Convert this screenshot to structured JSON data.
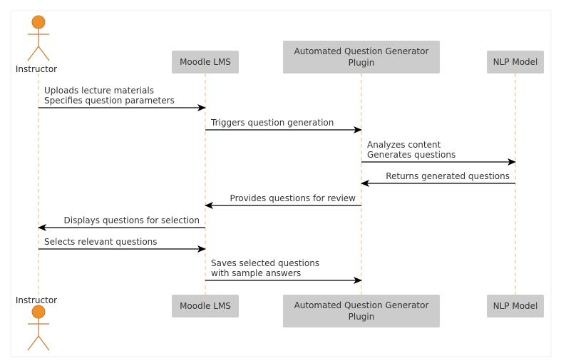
{
  "participants": [
    {
      "id": "instructor",
      "label": "Instructor",
      "kind": "actor"
    },
    {
      "id": "lms",
      "label": "Moodle LMS",
      "kind": "box"
    },
    {
      "id": "plugin",
      "label": "Automated Question Generator\nPlugin",
      "kind": "box"
    },
    {
      "id": "nlp",
      "label": "NLP Model",
      "kind": "box"
    }
  ],
  "messages": [
    {
      "from": "instructor",
      "to": "lms",
      "lines": [
        "Uploads lecture materials",
        "Specifies question parameters"
      ]
    },
    {
      "from": "lms",
      "to": "plugin",
      "lines": [
        "Triggers question generation"
      ]
    },
    {
      "from": "plugin",
      "to": "nlp",
      "lines": [
        "Analyzes content",
        "Generates questions"
      ]
    },
    {
      "from": "nlp",
      "to": "plugin",
      "lines": [
        "Returns generated questions"
      ]
    },
    {
      "from": "plugin",
      "to": "lms",
      "lines": [
        "Provides questions for review"
      ]
    },
    {
      "from": "lms",
      "to": "instructor",
      "lines": [
        "Displays questions for selection"
      ]
    },
    {
      "from": "instructor",
      "to": "lms",
      "lines": [
        "Selects relevant questions"
      ]
    },
    {
      "from": "lms",
      "to": "plugin",
      "lines": [
        "Saves selected questions",
        "with sample answers"
      ]
    }
  ],
  "colors": {
    "actor_fill": "#f0902a",
    "actor_stroke": "#c87a30",
    "box_fill": "#cccccc",
    "lifeline": "#f2b37a",
    "arrow": "#000000",
    "border": "#e6e6e6"
  }
}
